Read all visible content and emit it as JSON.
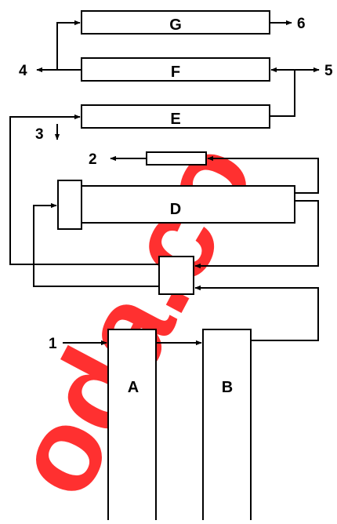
{
  "diagram": {
    "units": {
      "A": "A",
      "B": "B",
      "D": "D",
      "E": "E",
      "F": "F",
      "G": "G"
    },
    "streams": {
      "s1": "1",
      "s2": "2",
      "s3": "3",
      "s4": "4",
      "s5": "5",
      "s6": "6"
    },
    "watermark": "oda.co",
    "watermark_color": "#ff0000"
  }
}
